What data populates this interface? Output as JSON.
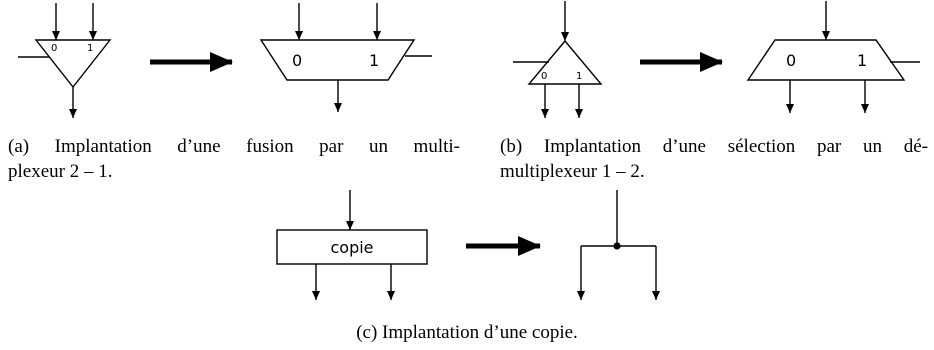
{
  "panel_a": {
    "input_labels": [
      "0",
      "1"
    ],
    "caption_lines": [
      "(a) Implantation d’une fusion par un multi-",
      "plexeur 2 – 1."
    ]
  },
  "panel_b": {
    "output_labels": [
      "0",
      "1"
    ],
    "caption_lines": [
      "(b) Implantation d’une sélection par un dé-",
      "multiplexeur 1 – 2."
    ]
  },
  "panel_c": {
    "block_label": "copie",
    "caption": "(c) Implantation d’une copie."
  }
}
